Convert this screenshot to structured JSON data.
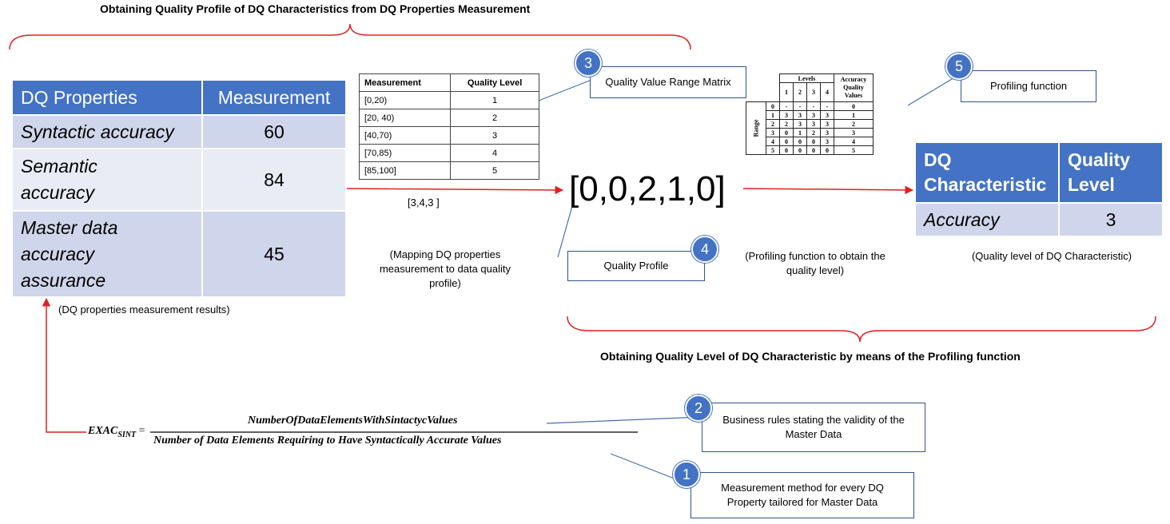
{
  "top_heading": "Obtaining Quality Profile of DQ Characteristics from DQ Properties Measurement",
  "bottom_heading": "Obtaining Quality Level of DQ Characteristic by means of the Profiling function",
  "properties_table": {
    "headers": [
      "DQ Properties",
      "Measurement"
    ],
    "rows": [
      {
        "property": "Syntactic accuracy",
        "value": "60"
      },
      {
        "property": "Semantic accuracy",
        "value": "84"
      },
      {
        "property": "Master data accuracy assurance",
        "value": "45"
      }
    ]
  },
  "properties_caption": "(DQ properties measurement results)",
  "range_matrix": {
    "headers": [
      "Measurement",
      "Quality Level"
    ],
    "rows": [
      {
        "range": "[0,20)",
        "level": "1"
      },
      {
        "range": "[20, 40)",
        "level": "2"
      },
      {
        "range": "[40,70)",
        "level": "3"
      },
      {
        "range": "[70,85)",
        "level": "4"
      },
      {
        "range": "[85,100]",
        "level": "5"
      }
    ]
  },
  "mapping_vector": "[3,4,3 ]",
  "mapping_caption": "(Mapping DQ properties measurement to data quality profile)",
  "profile_vector": "[0,0,2,1,0]",
  "profiling_matrix": {
    "levels_label": "Levels",
    "level_numbers": [
      "1",
      "2",
      "3",
      "4"
    ],
    "values_header": "Accuracy Quality Values",
    "range_label": "Range",
    "rows": [
      {
        "r": "0",
        "cells": [
          "-",
          "-",
          "-",
          "-"
        ],
        "v": "0"
      },
      {
        "r": "1",
        "cells": [
          "3",
          "3",
          "3",
          "3"
        ],
        "v": "1"
      },
      {
        "r": "2",
        "cells": [
          "2",
          "3",
          "3",
          "3"
        ],
        "v": "2"
      },
      {
        "r": "3",
        "cells": [
          "0",
          "1",
          "2",
          "3"
        ],
        "v": "3"
      },
      {
        "r": "4",
        "cells": [
          "0",
          "0",
          "0",
          "3"
        ],
        "v": "4"
      },
      {
        "r": "5",
        "cells": [
          "0",
          "0",
          "0",
          "0"
        ],
        "v": "5"
      }
    ]
  },
  "profiling_caption": "(Profiling function to obtain the quality level)",
  "characteristic_table": {
    "headers": [
      "DQ Characteristic",
      "Quality Level"
    ],
    "row": {
      "name": "Accuracy",
      "level": "3"
    }
  },
  "characteristic_caption": "(Quality level of DQ Characteristic)",
  "callouts": [
    {
      "n": "1",
      "text": "Measurement method for every DQ Property tailored for Master Data"
    },
    {
      "n": "2",
      "text": "Business rules stating the validity of the Master Data"
    },
    {
      "n": "3",
      "text": "Quality Value Range Matrix"
    },
    {
      "n": "4",
      "text": "Quality Profile"
    },
    {
      "n": "5",
      "text": "Profiling function"
    }
  ],
  "formula": {
    "lhs": "EXAC",
    "lhs_sub": "SINT",
    "equals": "=",
    "numerator": "NumberOfDataElementsWithSintactycValues",
    "denominator": "Number of Data Elements Requiring to Have Syntactically Accurate Values"
  },
  "colors": {
    "arrow": "#e02020",
    "brace": "#e02020",
    "accent": "#4472c4",
    "callout_border": "#2f528f",
    "leader": "#4a6fa5"
  }
}
